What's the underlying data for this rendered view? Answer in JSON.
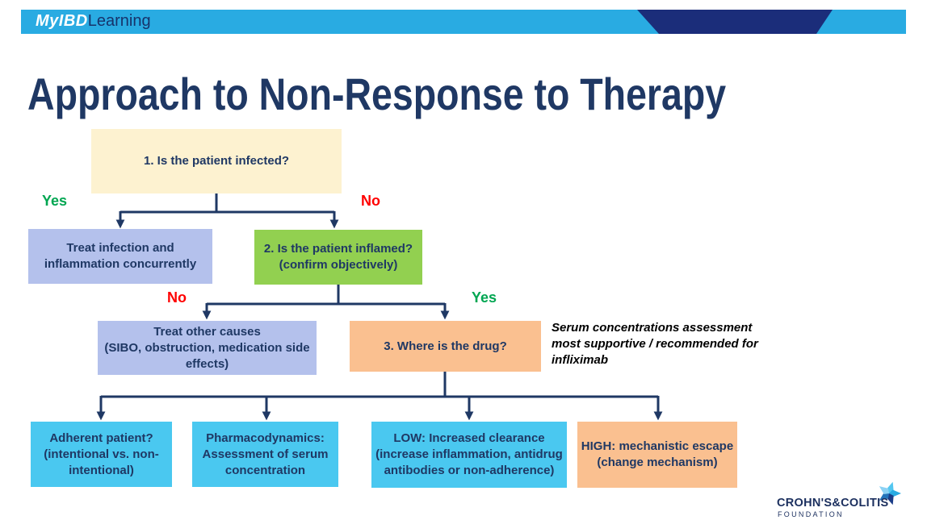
{
  "colors": {
    "header_cyan": "#29ABE2",
    "header_navy": "#1B2D7A",
    "title_navy": "#1F3864",
    "box_cream": "#FDF2D0",
    "box_lavender": "#B4C1EC",
    "box_green": "#92D050",
    "box_orange": "#FAC090",
    "box_cyan": "#4AC8F0",
    "yes_green": "#00A651",
    "no_red": "#FF0000",
    "connector_navy": "#1F3864",
    "annotation_black": "#000000"
  },
  "header": {
    "logo_prefix": "MyIBD",
    "logo_suffix": "Learning"
  },
  "title": "Approach to Non-Response to Therapy",
  "flowchart": {
    "labels": {
      "yes1": "Yes",
      "no1": "No",
      "no2": "No",
      "yes2": "Yes"
    },
    "nodes": {
      "q1": {
        "lines": [
          "1. Is the patient infected?"
        ]
      },
      "treat_infection": {
        "lines": [
          "Treat infection and",
          "inflammation concurrently"
        ]
      },
      "q2": {
        "lines": [
          "2. Is the patient inflamed?",
          "(confirm objectively)"
        ]
      },
      "treat_other": {
        "lines": [
          "Treat other causes",
          "(SIBO, obstruction, medication side",
          "effects)"
        ]
      },
      "q3": {
        "lines": [
          "3. Where is the drug?"
        ]
      },
      "adherent": {
        "lines": [
          "Adherent patient?",
          "(intentional vs. non-",
          "intentional)"
        ]
      },
      "pharmacodynamics": {
        "lines": [
          "Pharmacodynamics:",
          "Assessment of serum",
          "concentration"
        ]
      },
      "low": {
        "lines": [
          "LOW: Increased clearance",
          "(increase inflammation, antidrug",
          "antibodies or non-adherence)"
        ]
      },
      "high": {
        "lines": [
          "HIGH: mechanistic escape",
          "(change mechanism)"
        ]
      }
    },
    "annotation": {
      "lines": [
        "Serum concentrations assessment",
        "most supportive / recommended for",
        "infliximab"
      ]
    }
  },
  "footer": {
    "brand_name": "CROHN'S&COLITIS",
    "brand_sub": "FOUNDATION"
  }
}
